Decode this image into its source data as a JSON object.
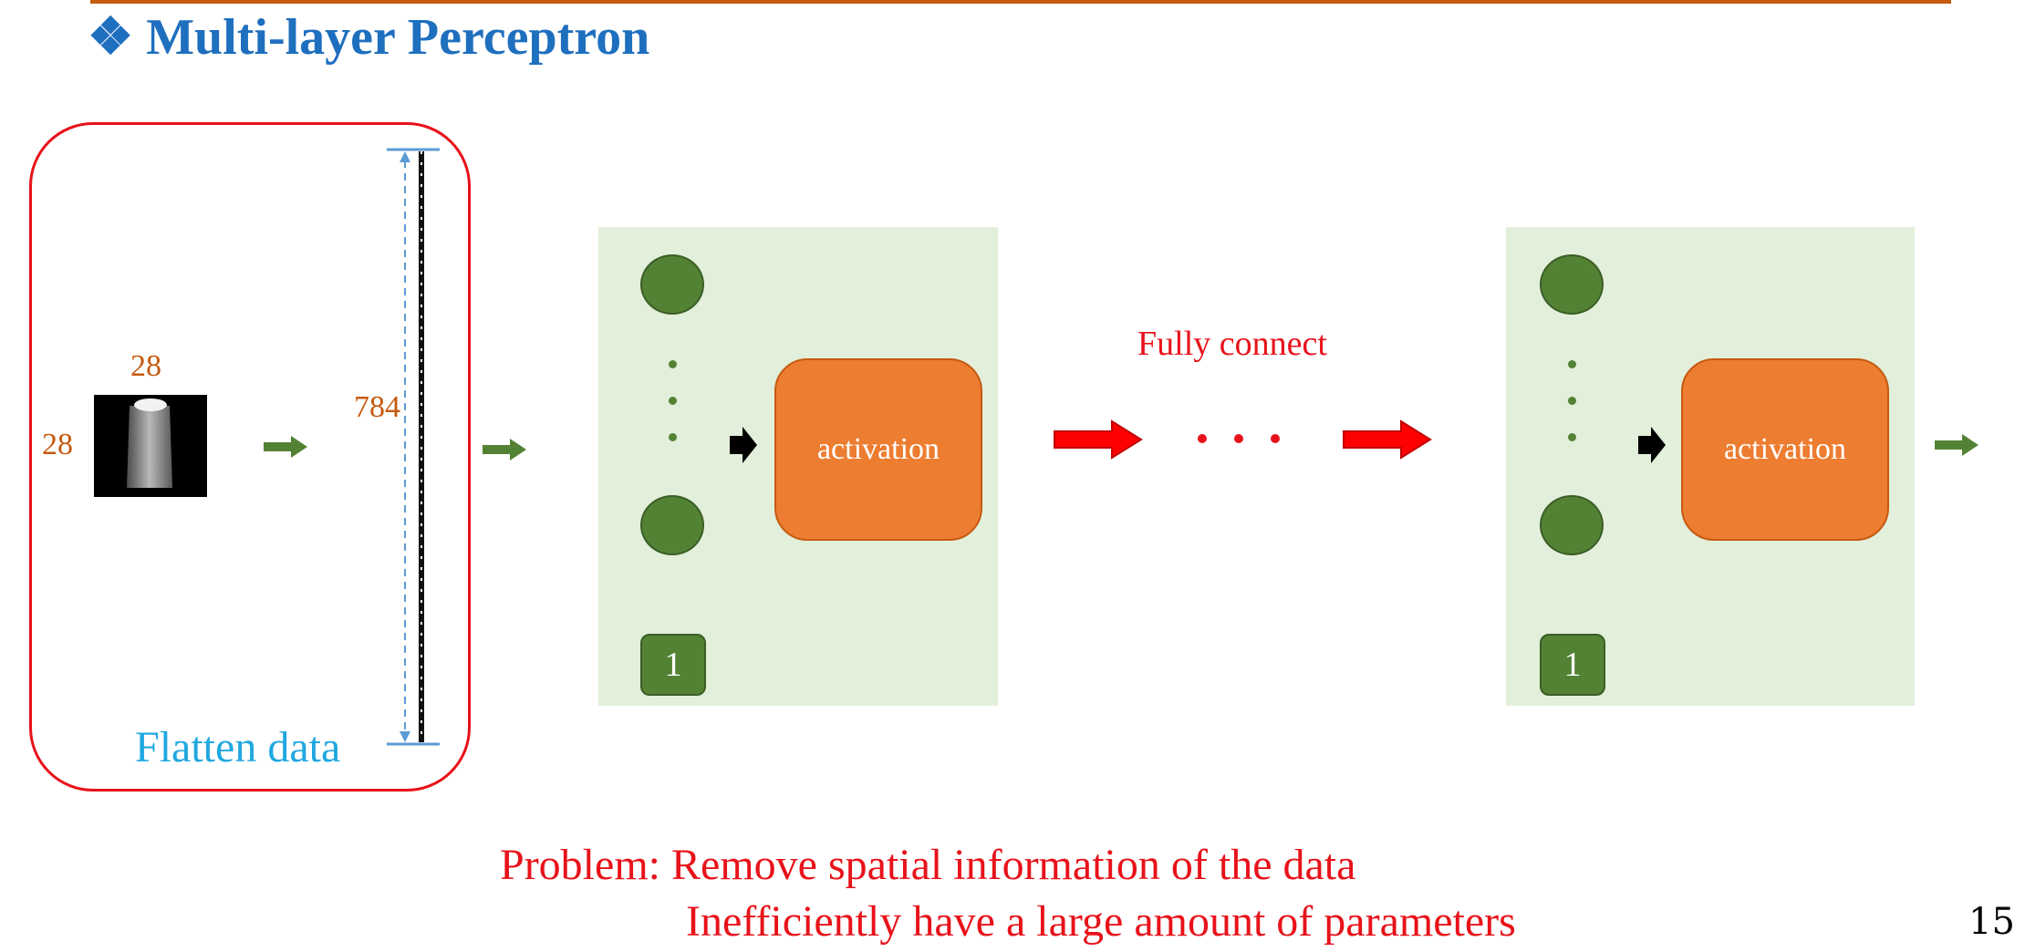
{
  "slide": {
    "title": "Multi-layer Perceptron",
    "title_bullet": "❖",
    "page_number": "15"
  },
  "input": {
    "width_label": "28",
    "height_label": "28",
    "flattened_label": "784",
    "caption": "Flatten data"
  },
  "layers": [
    {
      "bias_label": "1",
      "activation_label": "activation"
    },
    {
      "bias_label": "1",
      "activation_label": "activation"
    }
  ],
  "connection_label": "Fully connect",
  "problem": {
    "line1": "Problem: Remove spatial information of the data",
    "line2": "Inefficiently have a large amount of parameters"
  },
  "colors": {
    "title": "#1f6fbf",
    "accent_red": "#e8121a",
    "node_green": "#548235",
    "panel_green": "#e2efda",
    "activation_orange": "#ed7d31",
    "dimension_orange": "#c55a11",
    "caption_blue": "#20a8e0"
  },
  "icons": [
    "bullet-diamond-icon",
    "green-arrow-icon",
    "red-arrow-icon",
    "black-arrow-icon"
  ]
}
